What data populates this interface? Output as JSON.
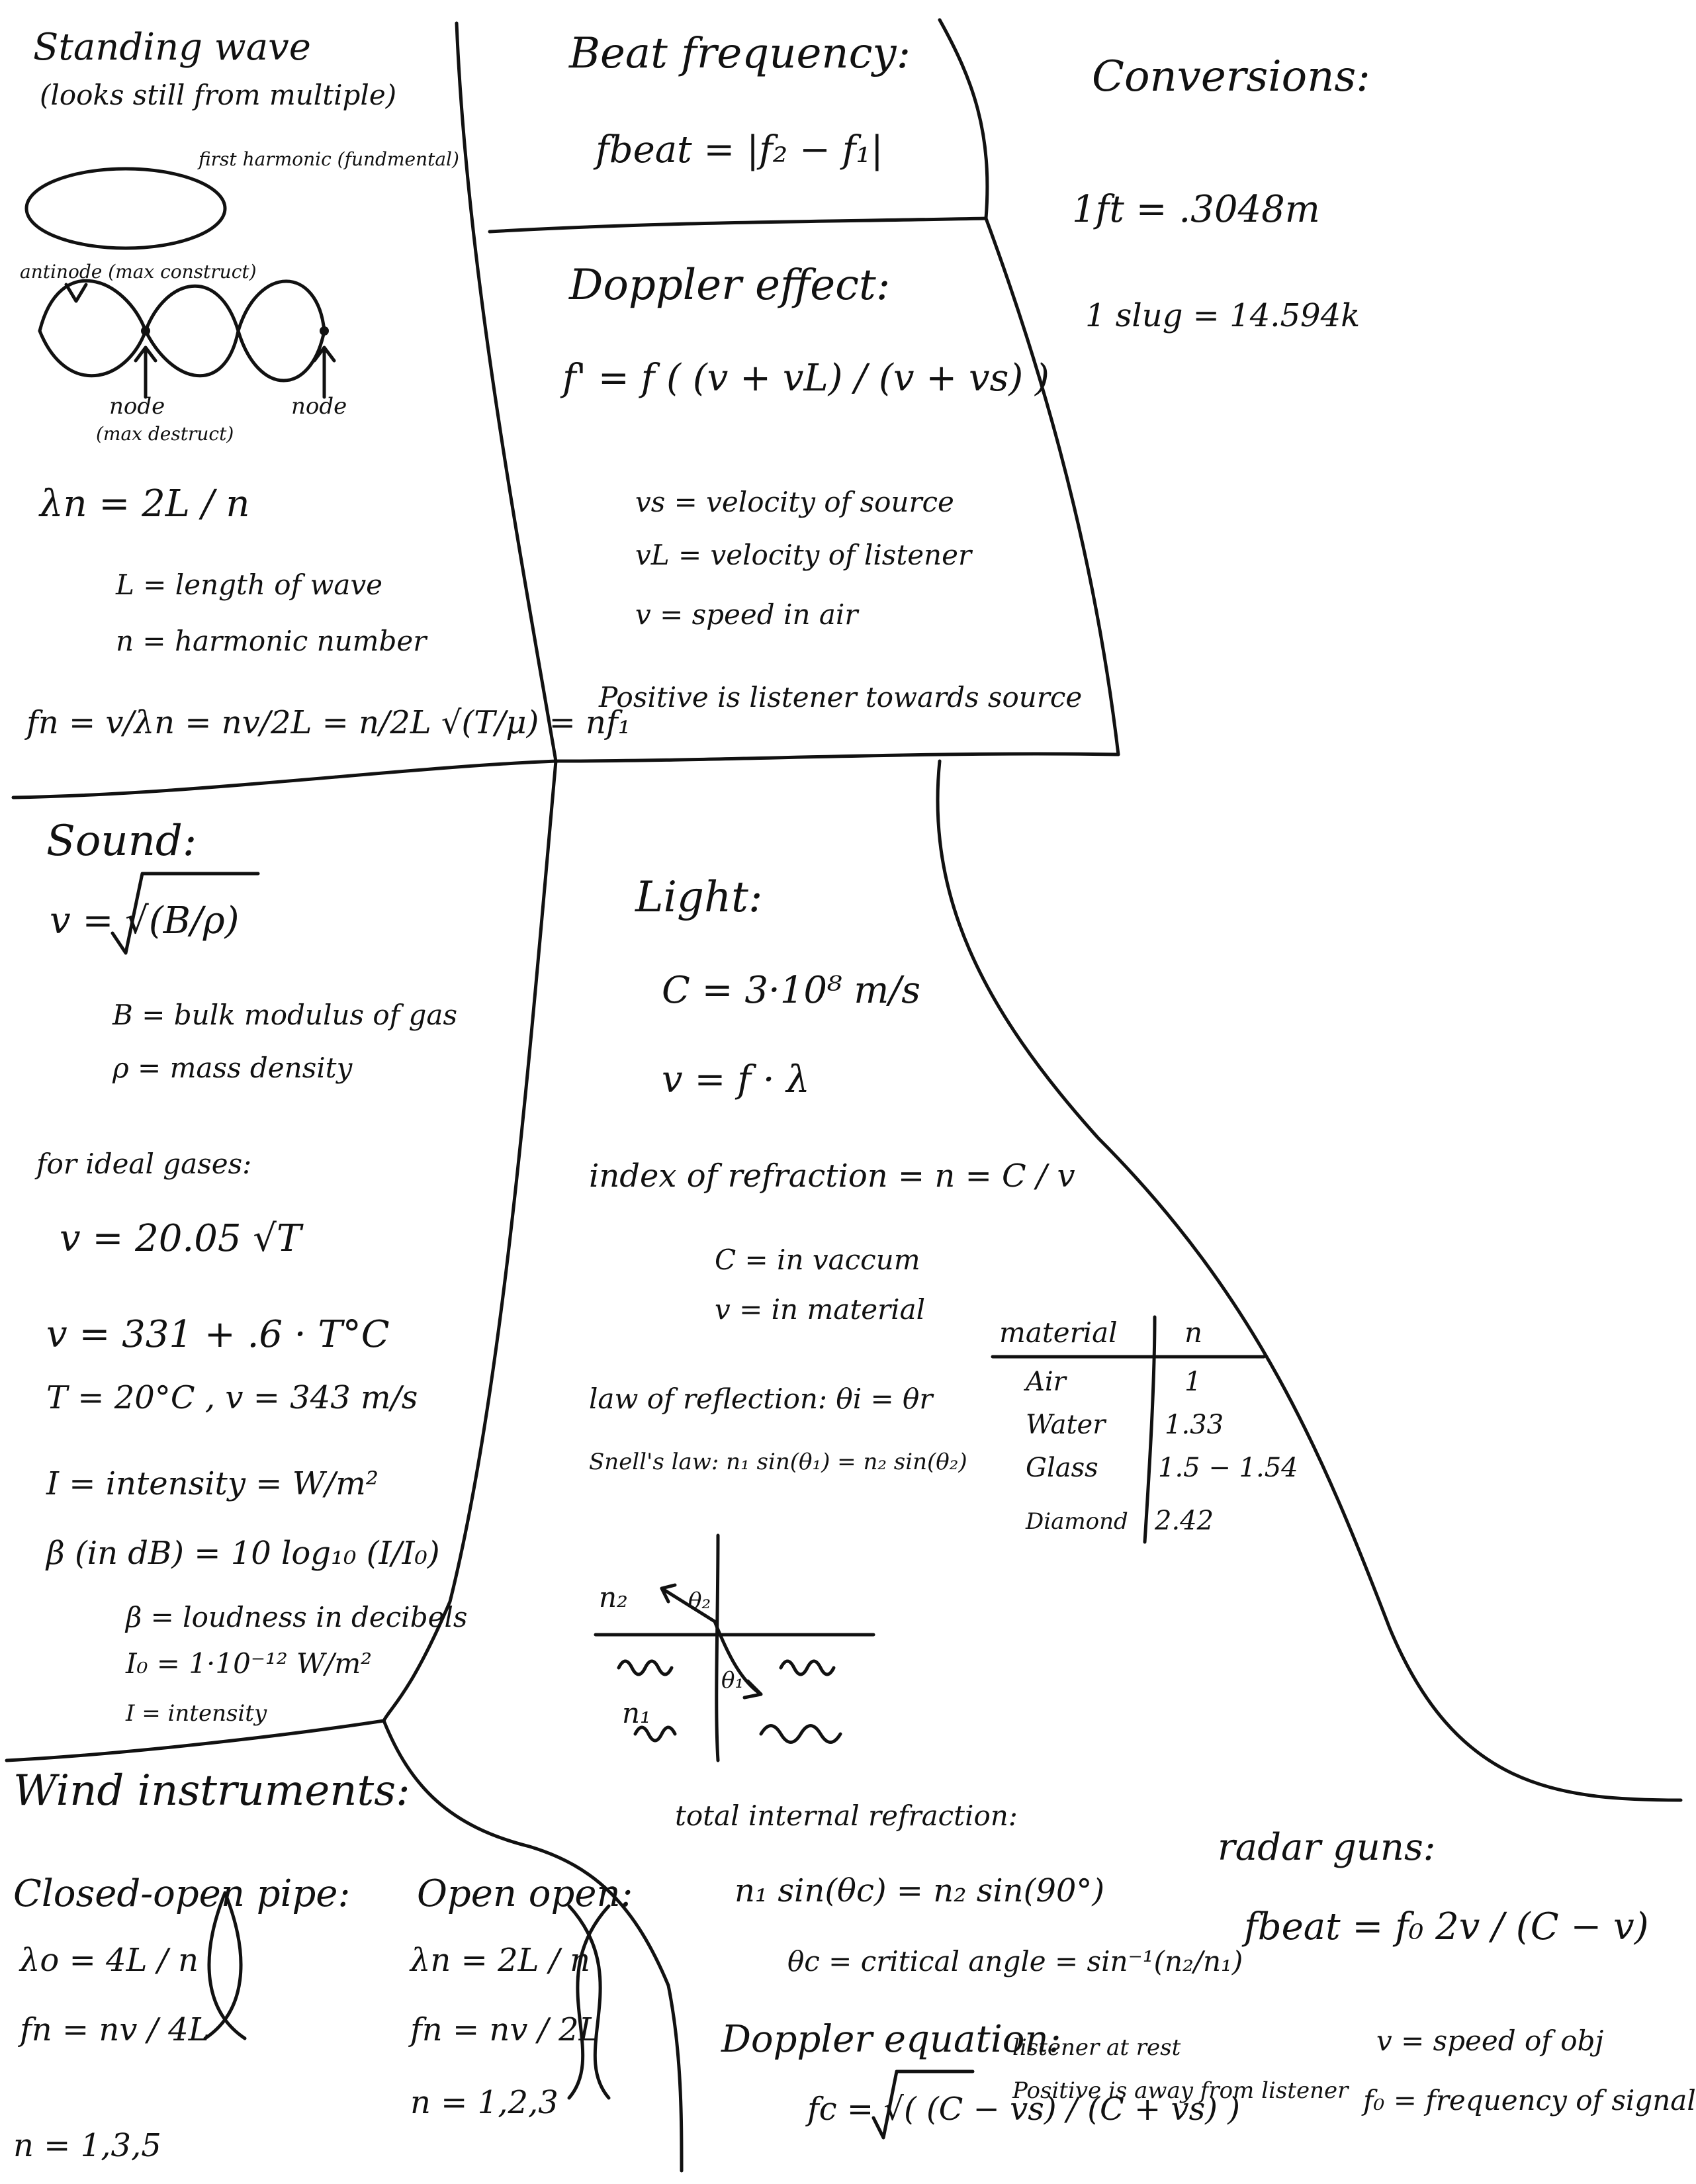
{
  "standing": {
    "title": "Standing wave",
    "subtitle": "(looks still from multiple)",
    "first_harmonic": "first harmonic (fundmental)",
    "antinode": "antinode (max construct)",
    "node_left": "node",
    "node_left_note": "(max destruct)",
    "node_right": "node",
    "lambda_eq": "λn = 2L / n",
    "L_def": "L = length of wave",
    "n_def": "n = harmonic number",
    "f_eq": "fn = v/λn = nv/2L = n/2L √(T/μ) = nf₁"
  },
  "beat": {
    "title": "Beat frequency:",
    "eq": "fbeat = |f₂ − f₁|"
  },
  "conversions": {
    "title": "Conversions:",
    "ft": "1ft = .3048m",
    "slug": "1 slug = 14.594k"
  },
  "doppler": {
    "title": "Doppler effect:",
    "eq": "f' = f ( (v + vL) / (v + vs) )",
    "vs_def": "vs = velocity of source",
    "vl_def": "vL = velocity of listener",
    "v_def": "v = speed in air",
    "note": "Positive is listener towards source"
  },
  "sound": {
    "title": "Sound:",
    "eq": "v = √(B/ρ)",
    "B_def": "B = bulk modulus of gas",
    "rho_def": "ρ = mass density",
    "ideal": "for ideal gases:",
    "ideal_eq": "v = 20.05 √T",
    "temp_eq": "v = 331 + .6 · T°C",
    "room": "T = 20°C , v = 343 m/s",
    "intensity": "I = intensity = W/m²",
    "db_eq": "β (in dB) = 10 log₁₀ (I/I₀)",
    "beta_def": "β = loudness in decibels",
    "i0_def": "I₀ = 1·10⁻¹² W/m²",
    "i_def": "I = intensity"
  },
  "light": {
    "title": "Light:",
    "c_eq": "C = 3·10⁸ m/s",
    "v_eq": "v = f · λ",
    "index": "index of refraction = n = C / v",
    "c_def": "C = in vaccum",
    "v_def": "v = in material",
    "reflection": "law of reflection: θi = θr",
    "snell": "Snell's law: n₁ sin(θ₁) = n₂ sin(θ₂)",
    "diag_n2": "n₂",
    "diag_n1": "n₁",
    "diag_theta2": "θ₂",
    "diag_theta1": "θ₁"
  },
  "table": {
    "col1": "material",
    "col2": "n",
    "rows": [
      {
        "material": "Air",
        "n": "1"
      },
      {
        "material": "Water",
        "n": "1.33"
      },
      {
        "material": "Glass",
        "n": "1.5 − 1.54"
      },
      {
        "material": "Diamond",
        "n": "2.42"
      }
    ]
  },
  "wind": {
    "title": "Wind instruments:",
    "closed_title": "Closed-open pipe:",
    "closed_lambda": "λo = 4L / n",
    "closed_f": "fn = nv / 4L",
    "closed_n": "n = 1,3,5",
    "open_title": "Open open:",
    "open_lambda": "λn = 2L / n",
    "open_f": "fn = nv / 2L",
    "open_n": "n = 1,2,3"
  },
  "tir": {
    "title": "total internal refraction:",
    "eq": "n₁ sin(θc) = n₂ sin(90°)",
    "crit": "θc = critical angle = sin⁻¹(n₂/n₁)",
    "doppler_title": "Doppler equation:",
    "doppler_eq": "fc = √( (C − vs) / (C + vs) )",
    "rest": "listener at rest",
    "positive": "Positive is away from listener"
  },
  "radar": {
    "title": "radar guns:",
    "eq": "fbeat = f₀ 2v / (C − v)",
    "v_def": "v = speed of obj",
    "f0_def": "f₀ = frequency of signal"
  }
}
